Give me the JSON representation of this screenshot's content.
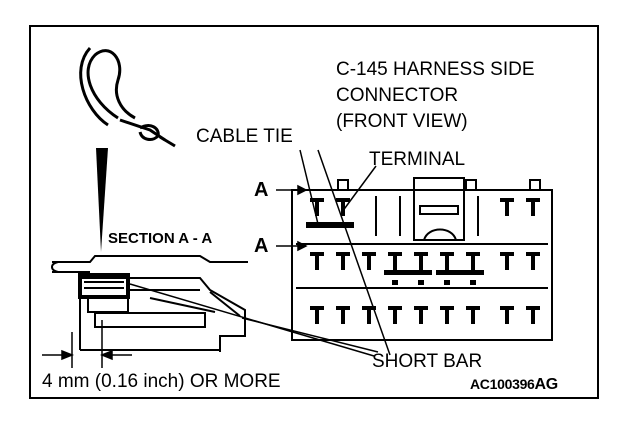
{
  "labels": {
    "title_line1": "C-145 HARNESS SIDE",
    "title_line2": "CONNECTOR",
    "title_line3": "(FRONT VIEW)",
    "cable_tie": "CABLE TIE",
    "terminal": "TERMINAL",
    "section_marker_top": "A",
    "section_marker_bottom": "A",
    "section_label": "SECTION A - A",
    "short_bar": "SHORT BAR",
    "dimension": "4 mm (0.16 inch) OR MORE",
    "figure_code": "AC100396",
    "figure_suffix": "AG"
  },
  "colors": {
    "ink": "#000000",
    "paper": "#ffffff"
  }
}
